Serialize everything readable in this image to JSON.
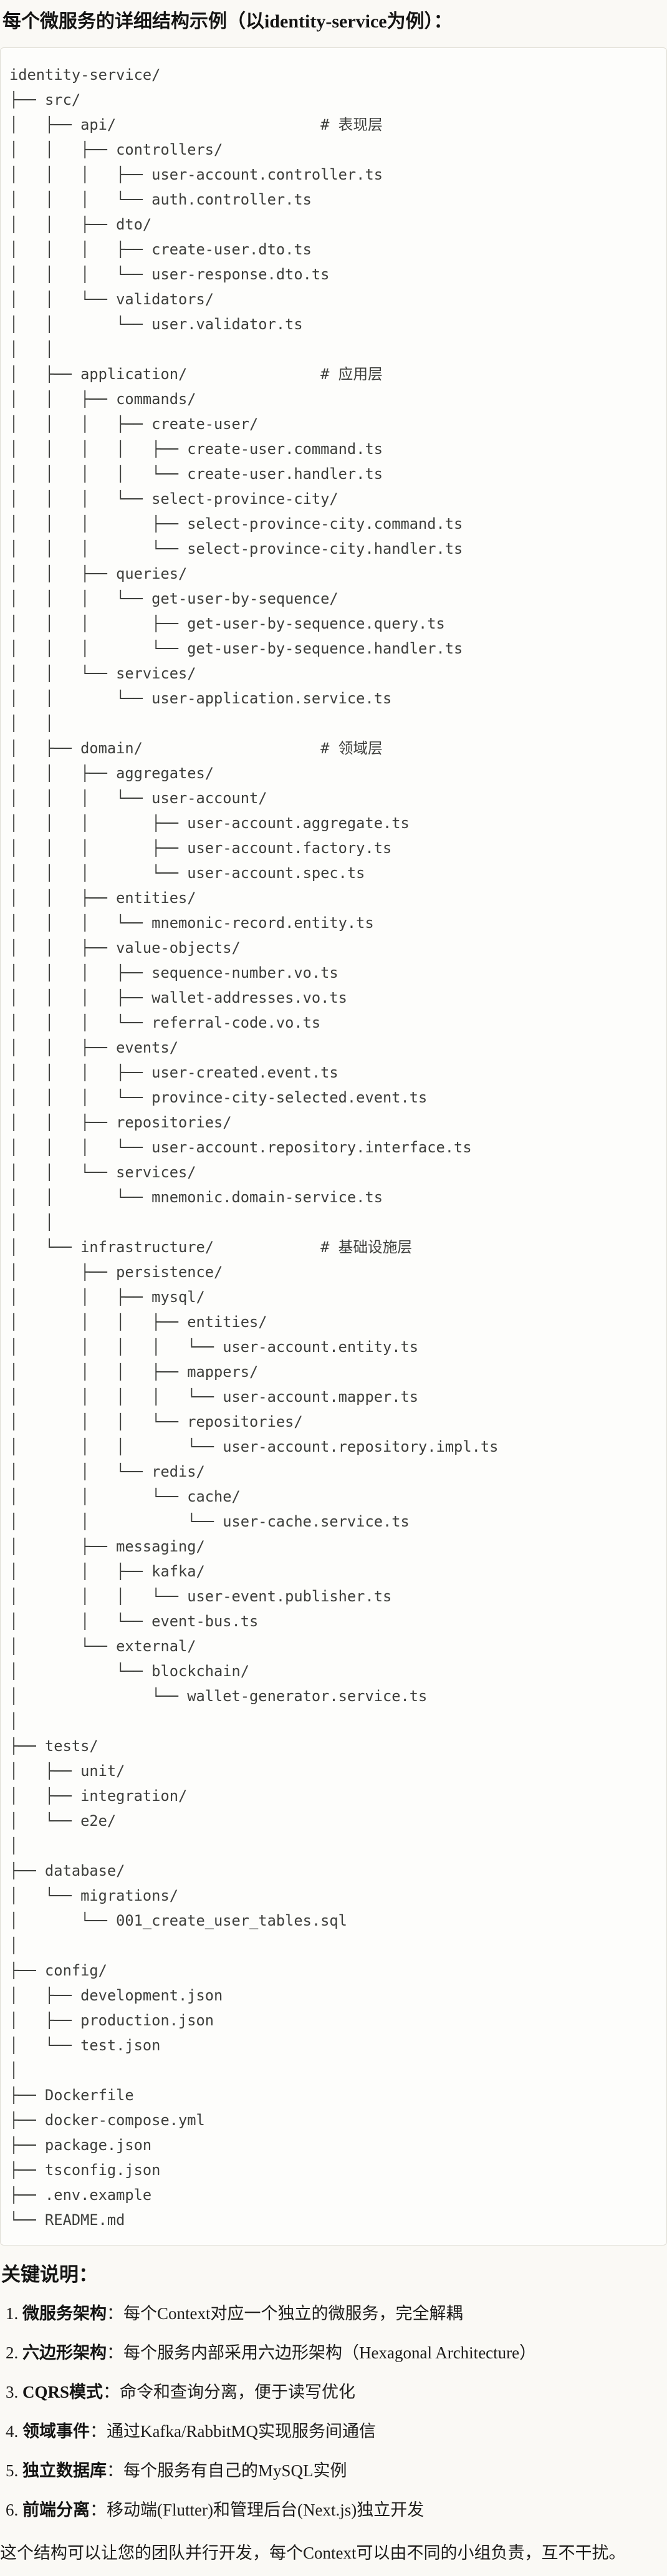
{
  "page": {
    "title": "每个微服务的详细结构示例（以identity-service为例）："
  },
  "code_block": {
    "lines": [
      "identity-service/",
      "├── src/",
      "│   ├── api/                       # 表现层",
      "│   │   ├── controllers/",
      "│   │   │   ├── user-account.controller.ts",
      "│   │   │   └── auth.controller.ts",
      "│   │   ├── dto/",
      "│   │   │   ├── create-user.dto.ts",
      "│   │   │   └── user-response.dto.ts",
      "│   │   └── validators/",
      "│   │       └── user.validator.ts",
      "│   │",
      "│   ├── application/               # 应用层",
      "│   │   ├── commands/",
      "│   │   │   ├── create-user/",
      "│   │   │   │   ├── create-user.command.ts",
      "│   │   │   │   └── create-user.handler.ts",
      "│   │   │   └── select-province-city/",
      "│   │   │       ├── select-province-city.command.ts",
      "│   │   │       └── select-province-city.handler.ts",
      "│   │   ├── queries/",
      "│   │   │   └── get-user-by-sequence/",
      "│   │   │       ├── get-user-by-sequence.query.ts",
      "│   │   │       └── get-user-by-sequence.handler.ts",
      "│   │   └── services/",
      "│   │       └── user-application.service.ts",
      "│   │",
      "│   ├── domain/                    # 领域层",
      "│   │   ├── aggregates/",
      "│   │   │   └── user-account/",
      "│   │   │       ├── user-account.aggregate.ts",
      "│   │   │       ├── user-account.factory.ts",
      "│   │   │       └── user-account.spec.ts",
      "│   │   ├── entities/",
      "│   │   │   └── mnemonic-record.entity.ts",
      "│   │   ├── value-objects/",
      "│   │   │   ├── sequence-number.vo.ts",
      "│   │   │   ├── wallet-addresses.vo.ts",
      "│   │   │   └── referral-code.vo.ts",
      "│   │   ├── events/",
      "│   │   │   ├── user-created.event.ts",
      "│   │   │   └── province-city-selected.event.ts",
      "│   │   ├── repositories/",
      "│   │   │   └── user-account.repository.interface.ts",
      "│   │   └── services/",
      "│   │       └── mnemonic.domain-service.ts",
      "│   │",
      "│   └── infrastructure/            # 基础设施层",
      "│       ├── persistence/",
      "│       │   ├── mysql/",
      "│       │   │   ├── entities/",
      "│       │   │   │   └── user-account.entity.ts",
      "│       │   │   ├── mappers/",
      "│       │   │   │   └── user-account.mapper.ts",
      "│       │   │   └── repositories/",
      "│       │   │       └── user-account.repository.impl.ts",
      "│       │   └── redis/",
      "│       │       └── cache/",
      "│       │           └── user-cache.service.ts",
      "│       ├── messaging/",
      "│       │   ├── kafka/",
      "│       │   │   └── user-event.publisher.ts",
      "│       │   └── event-bus.ts",
      "│       └── external/",
      "│           └── blockchain/",
      "│               └── wallet-generator.service.ts",
      "│",
      "├── tests/",
      "│   ├── unit/",
      "│   ├── integration/",
      "│   └── e2e/",
      "│",
      "├── database/",
      "│   └── migrations/",
      "│       └── 001_create_user_tables.sql",
      "│",
      "├── config/",
      "│   ├── development.json",
      "│   ├── production.json",
      "│   └── test.json",
      "│",
      "├── Dockerfile",
      "├── docker-compose.yml",
      "├── package.json",
      "├── tsconfig.json",
      "├── .env.example",
      "└── README.md"
    ]
  },
  "notes": {
    "heading": "关键说明：",
    "items": [
      {
        "label": "微服务架构",
        "separator": "：",
        "text": "每个Context对应一个独立的微服务，完全解耦"
      },
      {
        "label": "六边形架构",
        "separator": "：",
        "text": "每个服务内部采用六边形架构（Hexagonal Architecture）"
      },
      {
        "label": "CQRS模式",
        "separator": "：",
        "text": "命令和查询分离，便于读写优化"
      },
      {
        "label": "领域事件",
        "separator": "：",
        "text": "通过Kafka/RabbitMQ实现服务间通信"
      },
      {
        "label": "独立数据库",
        "separator": "：",
        "text": "每个服务有自己的MySQL实例"
      },
      {
        "label": "前端分离",
        "separator": "：",
        "text": "移动端(Flutter)和管理后台(Next.js)独立开发"
      }
    ],
    "footer": "这个结构可以让您的团队并行开发，每个Context可以由不同的小组负责，互不干扰。"
  },
  "colors": {
    "page_background": "#faf9f5",
    "code_background": "#fdfdfb",
    "code_border": "#dfddd5",
    "code_text": "#3d3e3b",
    "heading_text": "#141413",
    "body_text": "#1d1c1a"
  }
}
